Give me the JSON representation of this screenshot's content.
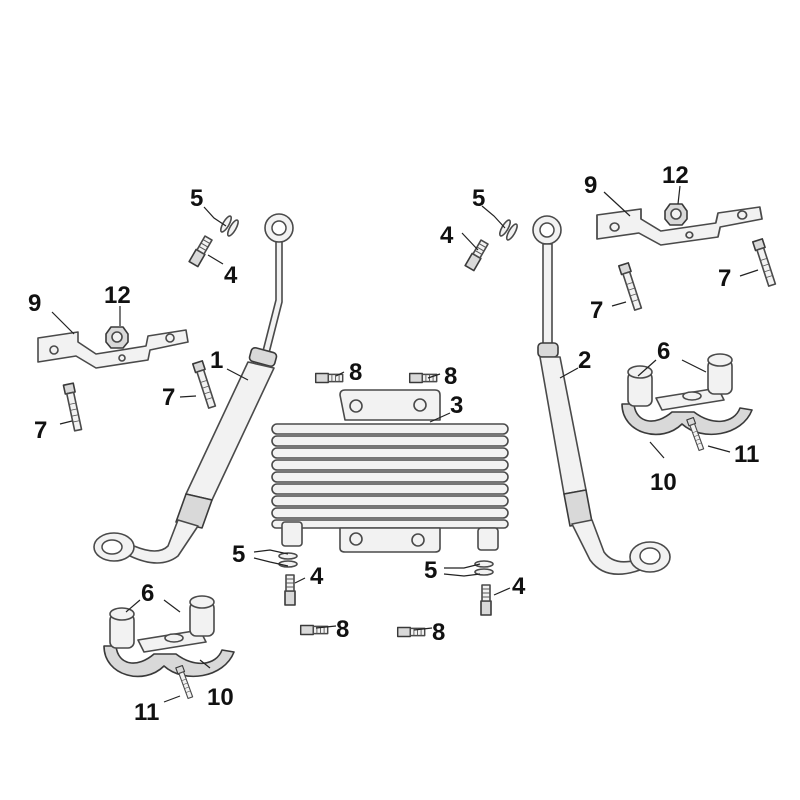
{
  "diagram": {
    "title": "",
    "callouts": [
      {
        "id": "c1",
        "text": "1"
      },
      {
        "id": "c2",
        "text": "2"
      },
      {
        "id": "c3",
        "text": "3"
      },
      {
        "id": "c4a",
        "text": "4"
      },
      {
        "id": "c4b",
        "text": "4"
      },
      {
        "id": "c4c",
        "text": "4"
      },
      {
        "id": "c4d",
        "text": "4"
      },
      {
        "id": "c5a",
        "text": "5"
      },
      {
        "id": "c5b",
        "text": "5"
      },
      {
        "id": "c5c",
        "text": "5"
      },
      {
        "id": "c5d",
        "text": "5"
      },
      {
        "id": "c6a",
        "text": "6"
      },
      {
        "id": "c6b",
        "text": "6"
      },
      {
        "id": "c7a",
        "text": "7"
      },
      {
        "id": "c7b",
        "text": "7"
      },
      {
        "id": "c7c",
        "text": "7"
      },
      {
        "id": "c7d",
        "text": "7"
      },
      {
        "id": "c8a",
        "text": "8"
      },
      {
        "id": "c8b",
        "text": "8"
      },
      {
        "id": "c8c",
        "text": "8"
      },
      {
        "id": "c8d",
        "text": "8"
      },
      {
        "id": "c9a",
        "text": "9"
      },
      {
        "id": "c9b",
        "text": "9"
      },
      {
        "id": "c10a",
        "text": "10"
      },
      {
        "id": "c10b",
        "text": "10"
      },
      {
        "id": "c11a",
        "text": "11"
      },
      {
        "id": "c11b",
        "text": "11"
      },
      {
        "id": "c12a",
        "text": "12"
      },
      {
        "id": "c12b",
        "text": "12"
      }
    ]
  }
}
